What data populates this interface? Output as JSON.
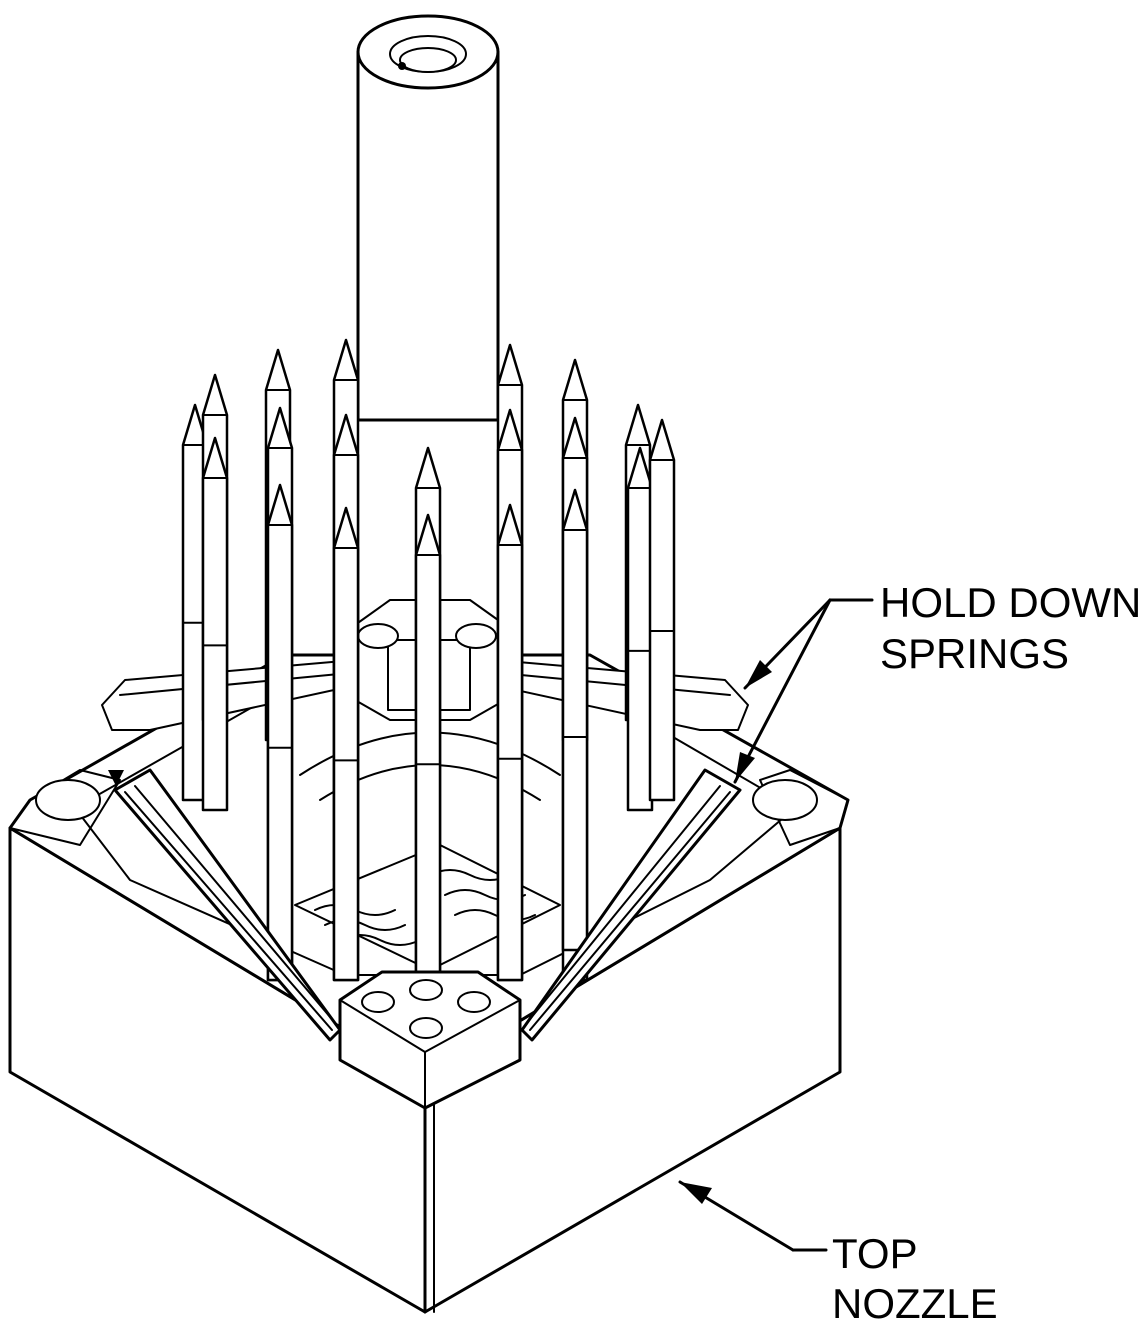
{
  "callouts": {
    "hold_down_springs": {
      "line1": "HOLD DOWN",
      "line2": "SPRINGS"
    },
    "top_nozzle": {
      "line1": "TOP",
      "line2": "NOZZLE"
    }
  },
  "colors": {
    "ink": "#000000",
    "paper": "#ffffff"
  }
}
